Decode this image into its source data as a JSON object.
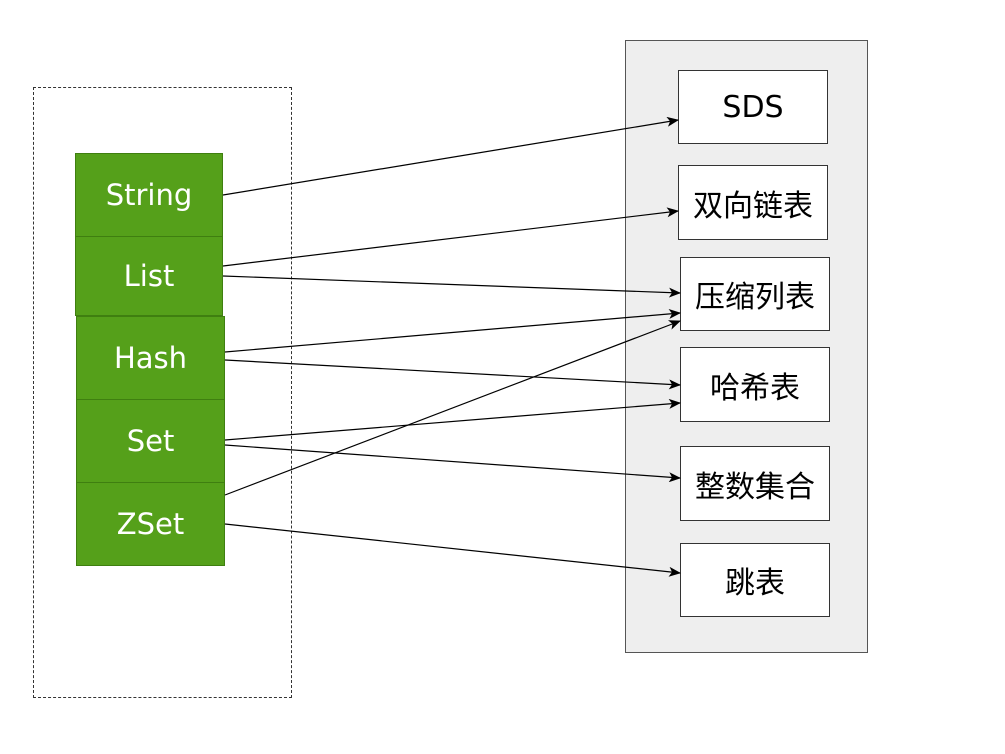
{
  "types": {
    "string": "String",
    "list": "List",
    "hash": "Hash",
    "set": "Set",
    "zset": "ZSet"
  },
  "impls": {
    "sds": "SDS",
    "linkedlist": "双向链表",
    "ziplist": "压缩列表",
    "hashtable": "哈希表",
    "intset": "整数集合",
    "skiplist": "跳表"
  },
  "colors": {
    "type_fill": "#55a01a",
    "panel_fill": "#eeeeee"
  }
}
